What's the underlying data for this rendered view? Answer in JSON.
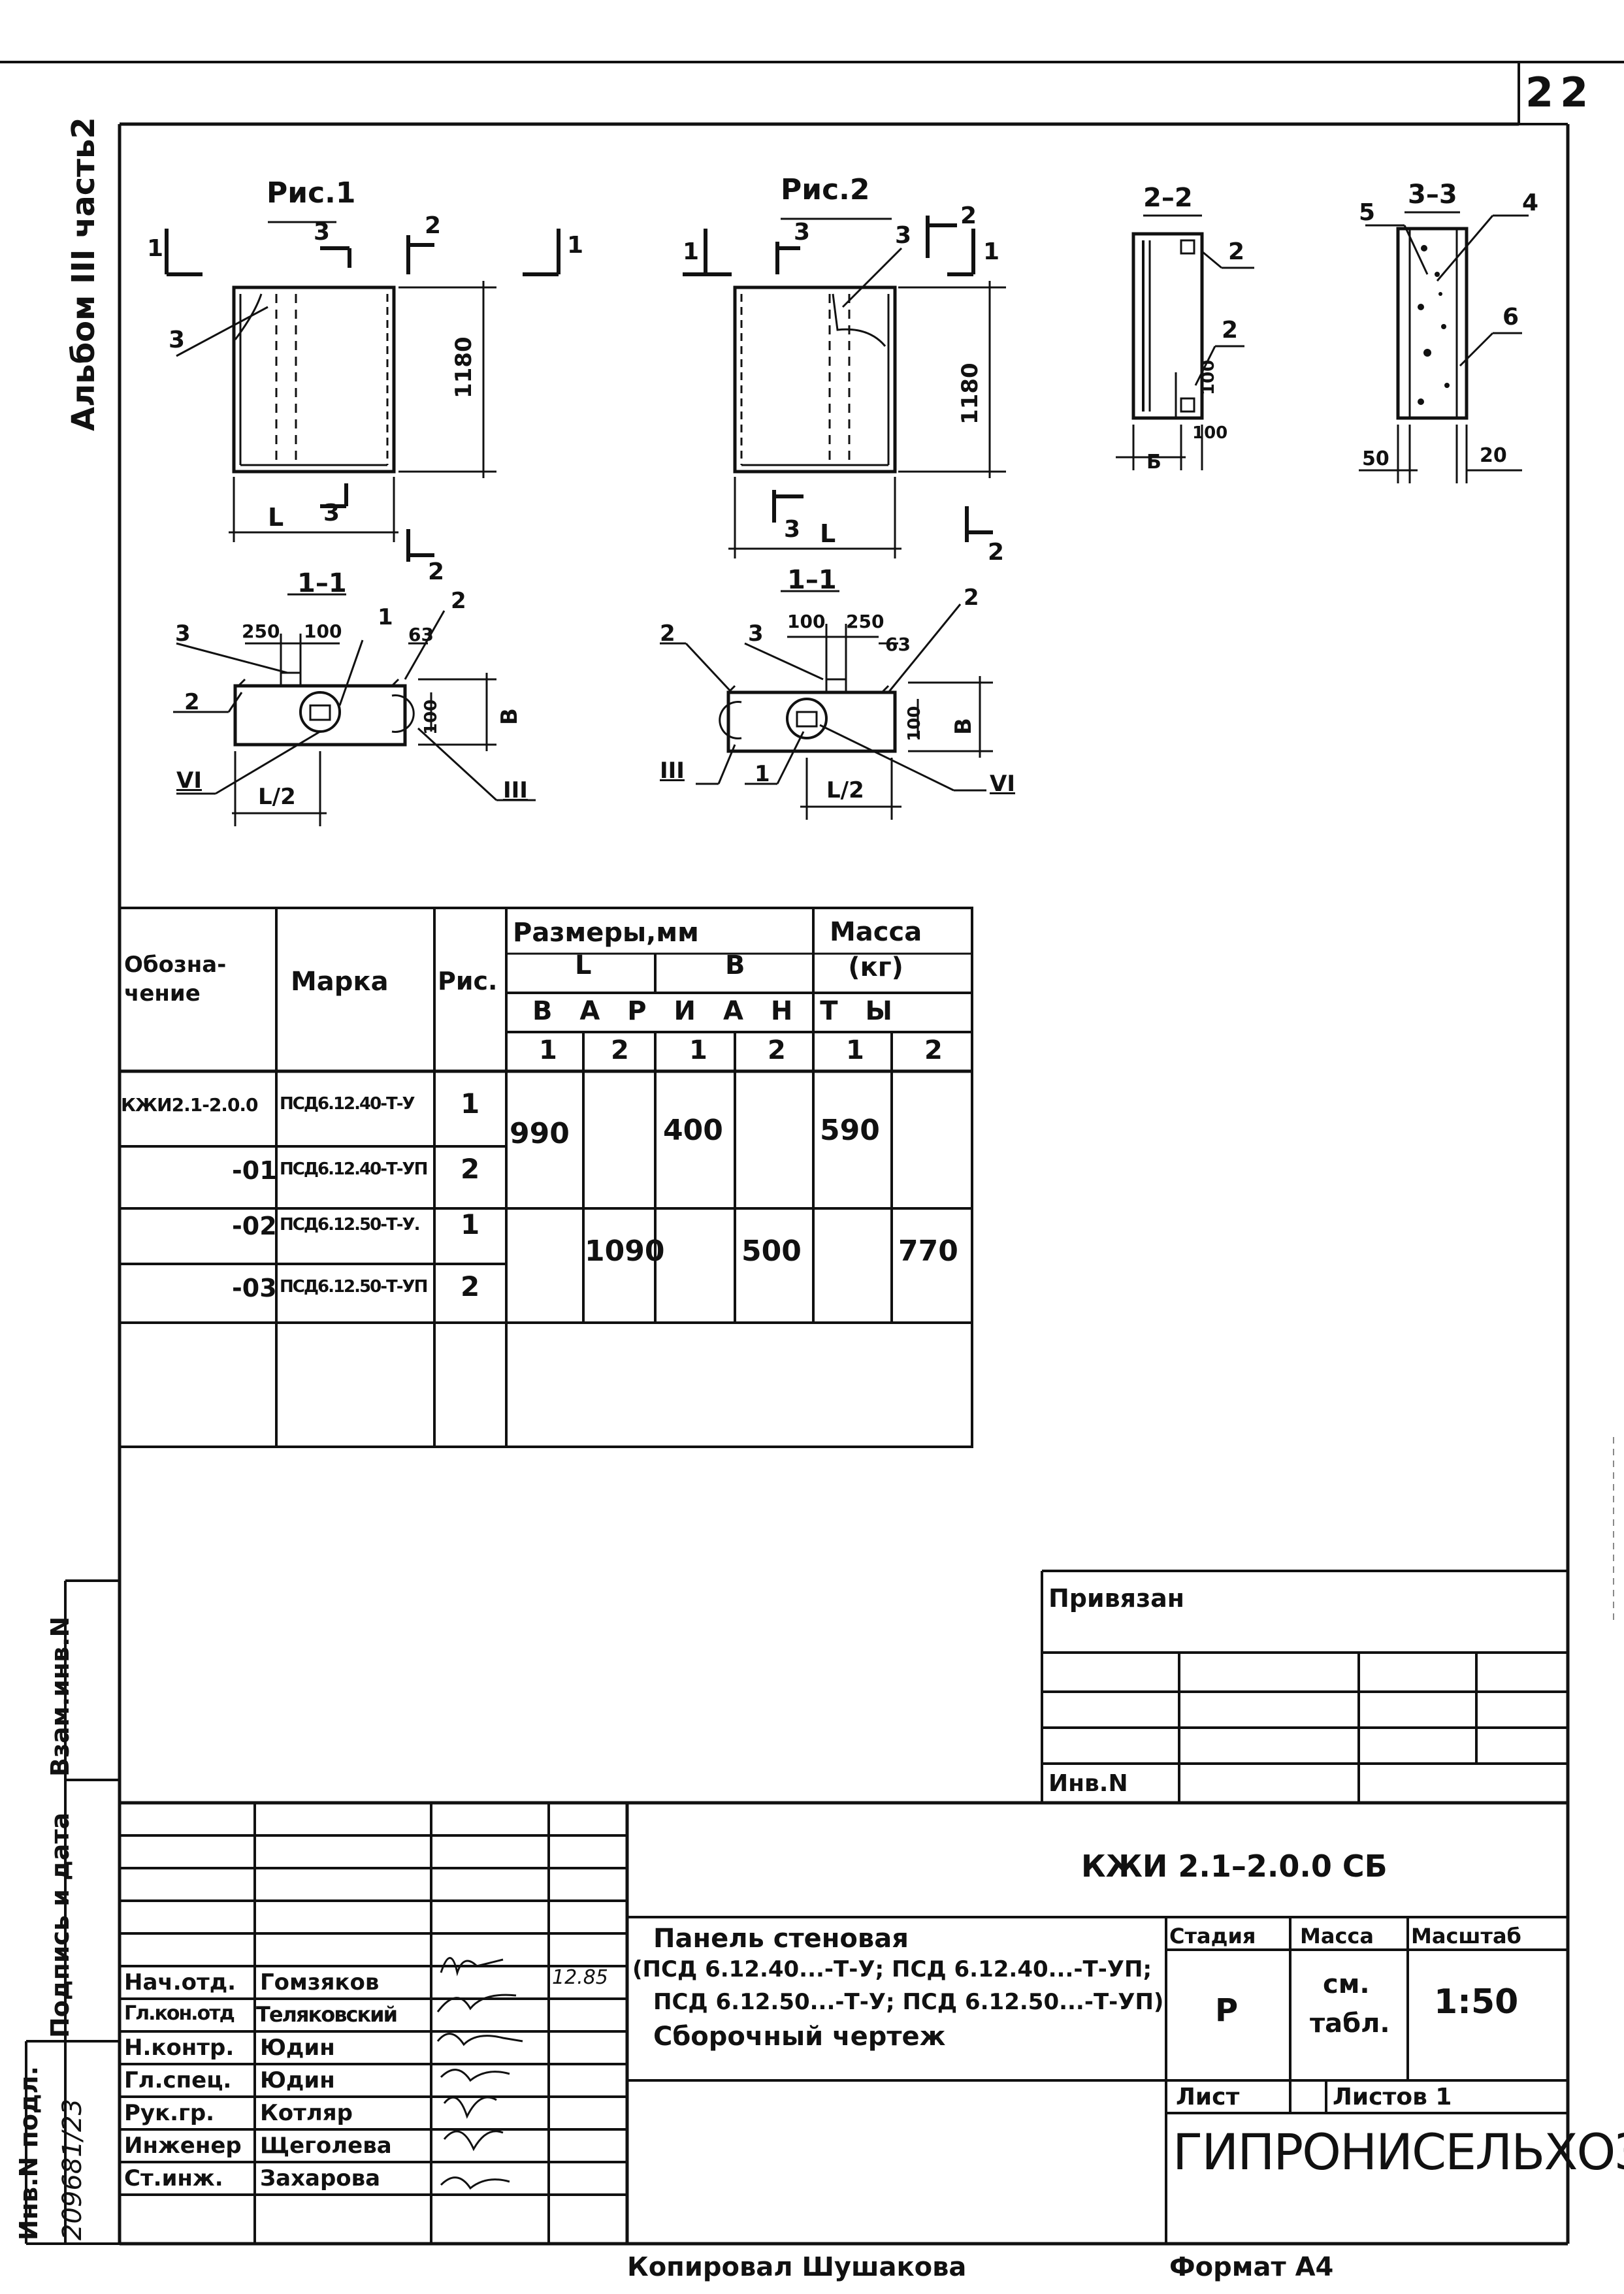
{
  "sheet_number": "22",
  "album_label": "Альбом III часть2",
  "figures": {
    "fig1": {
      "title": "Рис.1",
      "dim_height": "1180",
      "dim_length": "L",
      "cut_1": "1",
      "cut_2": "2",
      "cut_3": "3",
      "item_3": "3"
    },
    "fig2": {
      "title": "Рис.2",
      "dim_height": "1180",
      "dim_length": "L",
      "cut_1": "1",
      "cut_2": "2",
      "cut_3": "3",
      "item_3": "3"
    },
    "sec22": {
      "title": "2–2",
      "item_2a": "2",
      "item_2b": "2",
      "dim_100a": "100",
      "dim_100b": "100",
      "dim_b": "Б"
    },
    "sec33": {
      "title": "3–3",
      "item_4": "4",
      "item_5": "5",
      "item_6": "6",
      "dim_50": "50",
      "dim_20": "20"
    },
    "sec11a": {
      "title": "1–1",
      "dim_250": "250",
      "dim_100": "100",
      "dim_63": "63",
      "dim_100v": "100",
      "dim_b": "В",
      "dim_half": "L/2",
      "item_1": "1",
      "item_2": "2",
      "item_3": "3",
      "item_2b": "2",
      "node_vi": "VI",
      "node_iii": "III"
    },
    "sec11b": {
      "title": "1–1",
      "dim_100": "100",
      "dim_250": "250",
      "dim_63": "63",
      "dim_100v": "100",
      "dim_b": "В",
      "dim_half": "L/2",
      "item_1": "1",
      "item_2": "2",
      "item_3": "3",
      "item_2b": "2",
      "node_vi": "VI",
      "node_iii": "III"
    }
  },
  "spec_table": {
    "headers": {
      "designation": "Обозна-\nчение",
      "mark": "Марка",
      "fig": "Рис.",
      "sizes": "Размеры,мм",
      "l": "L",
      "b": "В",
      "mass": "Масса\n(кг)",
      "variants": "В А Р И А Н Т Ы",
      "v1": "1",
      "v2": "2",
      "v3": "1",
      "v4": "2",
      "v5": "1",
      "v6": "2"
    },
    "rows": [
      {
        "designation": "КЖИ2.1-2.0.0",
        "mark": "ПСД6.12.40-Т-У",
        "fig": "1"
      },
      {
        "designation": "-01",
        "mark": "ПСД6.12.40-Т-УП",
        "fig": "2"
      },
      {
        "designation": "-02",
        "mark": "ПСД6.12.50-Т-У.",
        "fig": "1"
      },
      {
        "designation": "-03",
        "mark": "ПСД6.12.50-Т-УП",
        "fig": "2"
      }
    ],
    "values": {
      "l1": "990",
      "b1": "400",
      "m1": "590",
      "l2": "1090",
      "b2": "500",
      "m2": "770"
    }
  },
  "binding_box": {
    "title": "Привязан",
    "inv": "Инв.N"
  },
  "left_strip": {
    "vzam": "Взам.инв.N",
    "podpis": "Подпись и дата",
    "inv_podl": "Инв.N подл.",
    "inv_number": "209681/23"
  },
  "title_block": {
    "doc_code": "КЖИ 2.1–2.0.0 СБ",
    "name_line1": "Панель стеновая",
    "name_line2": "(ПСД 6.12.40...-Т-У; ПСД 6.12.40...-Т-УП;",
    "name_line3": "ПСД 6.12.50...-Т-У; ПСД 6.12.50...-Т-УП)",
    "name_line4": "Сборочный чертеж",
    "stage_label": "Стадия",
    "mass_label": "Масса",
    "scale_label": "Масштаб",
    "stage": "Р",
    "mass_value1": "см.",
    "mass_value2": "табл.",
    "scale": "1:50",
    "sheet_label": "Лист",
    "sheets_label": "Листов 1",
    "org": "ГИПРОНИСЕЛЬХОЗ",
    "date": "12.85",
    "staff": [
      {
        "role": "Нач.отд.",
        "name": "Гомзяков"
      },
      {
        "role": "Гл.кон.отд",
        "name": "Теляковский"
      },
      {
        "role": "Н.контр.",
        "name": "Юдин"
      },
      {
        "role": "Гл.спец.",
        "name": "Юдин"
      },
      {
        "role": "Рук.гр.",
        "name": "Котляр"
      },
      {
        "role": "Инженер",
        "name": "Щеголева"
      },
      {
        "role": "Ст.инж.",
        "name": "Захарова"
      }
    ]
  },
  "footer": {
    "copied": "Копировал Шушакова",
    "format": "Формат А4"
  }
}
